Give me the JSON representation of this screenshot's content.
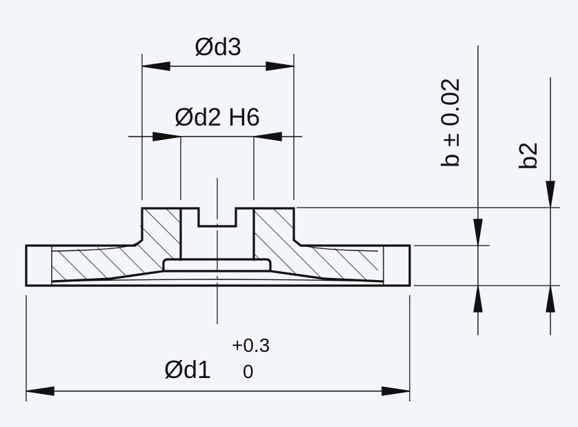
{
  "drawing": {
    "background": "#f2f6fb",
    "line_color": "#111111",
    "labels": {
      "d3": "Ød3",
      "d2": "Ød2 H6",
      "d1": "Ød1",
      "d1_tol_upper": "+0.3",
      "d1_tol_lower": "0",
      "b": "b ± 0.02",
      "b2": "b2"
    }
  }
}
